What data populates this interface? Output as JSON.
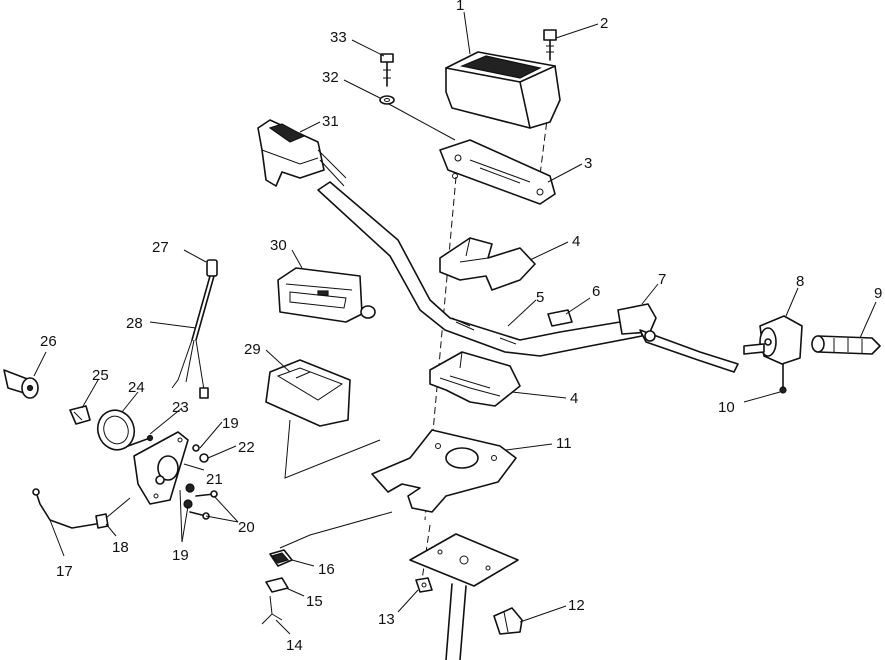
{
  "callouts": [
    {
      "id": "p1",
      "label": "1"
    },
    {
      "id": "p2",
      "label": "2"
    },
    {
      "id": "p3",
      "label": "3"
    },
    {
      "id": "p4a",
      "label": "4"
    },
    {
      "id": "p4b",
      "label": "4"
    },
    {
      "id": "p5",
      "label": "5"
    },
    {
      "id": "p6",
      "label": "6"
    },
    {
      "id": "p7",
      "label": "7"
    },
    {
      "id": "p8",
      "label": "8"
    },
    {
      "id": "p9",
      "label": "9"
    },
    {
      "id": "p10",
      "label": "10"
    },
    {
      "id": "p11",
      "label": "11"
    },
    {
      "id": "p12",
      "label": "12"
    },
    {
      "id": "p13",
      "label": "13"
    },
    {
      "id": "p14",
      "label": "14"
    },
    {
      "id": "p15",
      "label": "15"
    },
    {
      "id": "p16",
      "label": "16"
    },
    {
      "id": "p17",
      "label": "17"
    },
    {
      "id": "p18",
      "label": "18"
    },
    {
      "id": "p19a",
      "label": "19"
    },
    {
      "id": "p19b",
      "label": "19"
    },
    {
      "id": "p20",
      "label": "20"
    },
    {
      "id": "p21",
      "label": "21"
    },
    {
      "id": "p22",
      "label": "22"
    },
    {
      "id": "p23",
      "label": "23"
    },
    {
      "id": "p24",
      "label": "24"
    },
    {
      "id": "p25",
      "label": "25"
    },
    {
      "id": "p26",
      "label": "26"
    },
    {
      "id": "p27",
      "label": "27"
    },
    {
      "id": "p28",
      "label": "28"
    },
    {
      "id": "p29",
      "label": "29"
    },
    {
      "id": "p30",
      "label": "30"
    },
    {
      "id": "p31",
      "label": "31"
    },
    {
      "id": "p32",
      "label": "32"
    },
    {
      "id": "p33",
      "label": "33"
    }
  ]
}
